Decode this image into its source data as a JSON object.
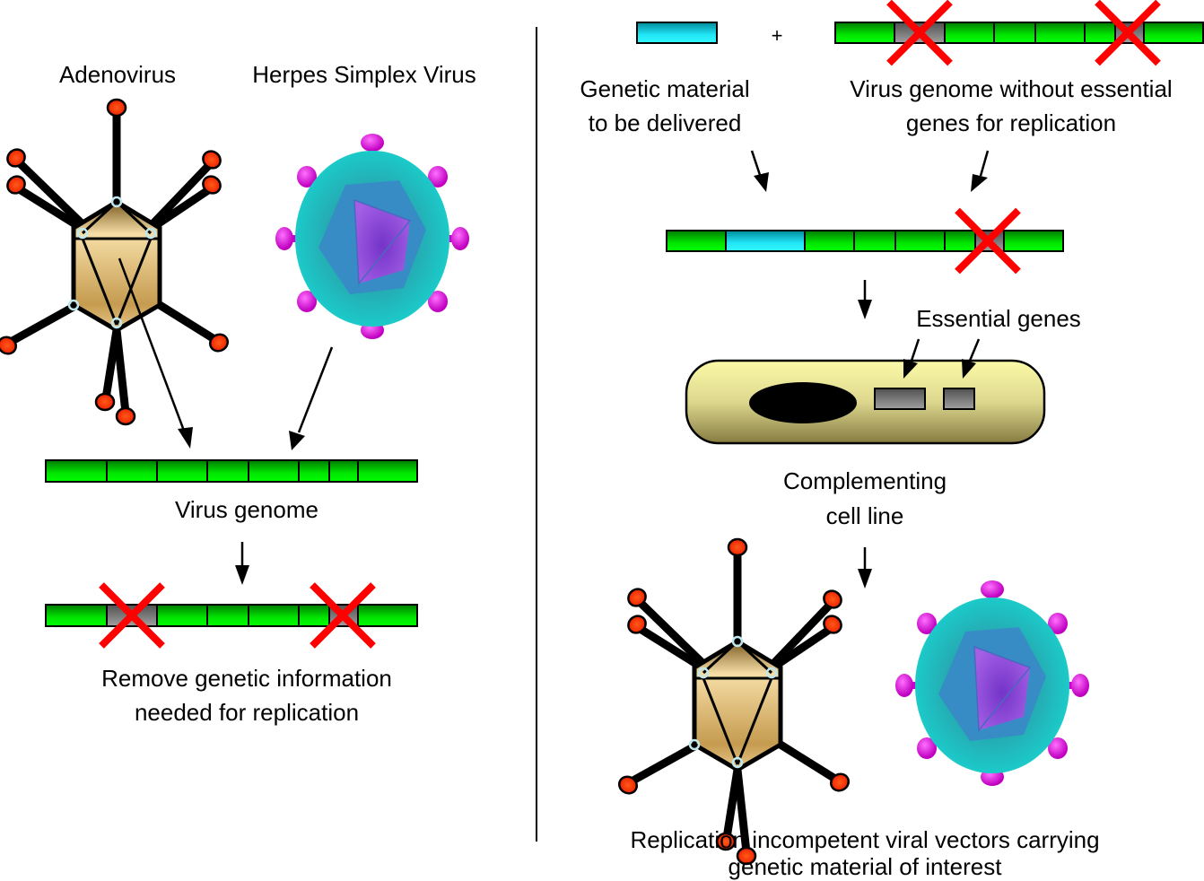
{
  "left_panel": {
    "adenovirus_label": "Adenovirus",
    "hsv_label": "Herpes Simplex Virus",
    "genome_label": "Virus genome",
    "remove_label_line1": "Remove genetic information",
    "remove_label_line2": "needed for replication"
  },
  "right_panel": {
    "plus_sign": "+",
    "genetic_material_line1": "Genetic material",
    "genetic_material_line2": "to be delivered",
    "virus_without_line1": "Virus genome without essential",
    "virus_without_line2": "genes for replication",
    "essential_genes_label": "Essential genes",
    "cell_line_line1": "Complementing",
    "cell_line_line2": "cell line",
    "result_line1": "Replication incompetent viral vectors carrying",
    "result_line2": "genetic material of interest"
  },
  "colors": {
    "gene_green": "#00e000",
    "deleted_gene_gray": "#808080",
    "transgene_cyan": "#22e0f0",
    "cross_red": "#ff0000",
    "cell_yellow": "#eeeaa0",
    "fiber_knob_red": "#ff3300",
    "capsid_tan": "#d9b877",
    "hsv_envelope": "#2ec4c4",
    "hsv_glycoprotein": "#e020e0",
    "hsv_capsid": "#8a4fe0"
  }
}
